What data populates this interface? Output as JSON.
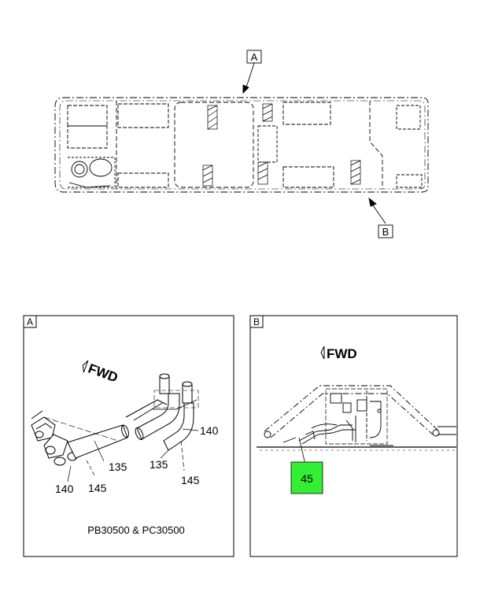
{
  "overview": {
    "callout_a": "A",
    "callout_b": "B"
  },
  "detail_a": {
    "tag": "A",
    "fwd_label": "FWD",
    "parts": [
      "140",
      "135",
      "135",
      "140",
      "145",
      "145"
    ],
    "caption": "PB30500 & PC30500"
  },
  "detail_b": {
    "tag": "B",
    "fwd_label": "FWD",
    "highlight_part": "45",
    "highlight_color": "#33ee33"
  }
}
